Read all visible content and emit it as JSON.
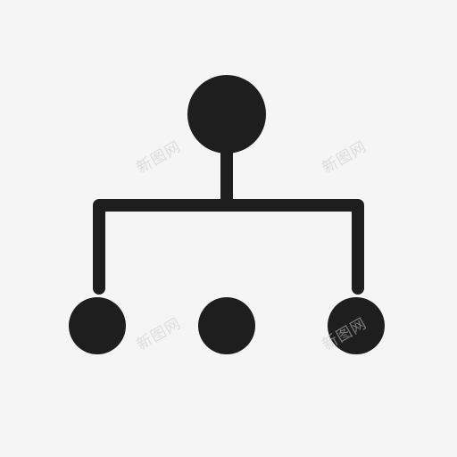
{
  "icon": {
    "name": "hierarchy-icon",
    "color": "#1e1e1e",
    "background": "#f5f5f5"
  },
  "watermarks": [
    {
      "text": "新图网"
    },
    {
      "text": "新图网"
    },
    {
      "text": "新图网"
    },
    {
      "text": "新图网"
    }
  ]
}
